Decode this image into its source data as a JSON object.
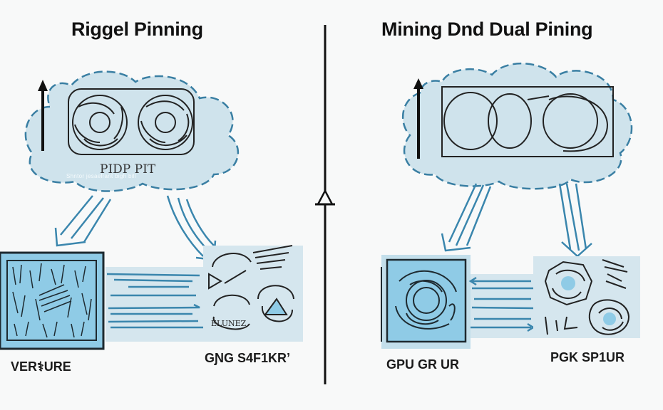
{
  "left_panel": {
    "title": "Riggel Pinning",
    "cloud_label": "PIDP PIT",
    "cloud_sublabel": "Shntor jesaelrant bigh bill",
    "box_left_label": "VER⚕URE",
    "box_right_label": "GƝG S4F1KR’",
    "box_right_icon_text": "ELUNEZ"
  },
  "right_panel": {
    "title": "Mining Dnd Dual Pining",
    "box_left_label": "GPU GR UR",
    "box_right_label": "PGK SP1UR"
  },
  "divider": {
    "marker": "A"
  },
  "colors": {
    "cloud_fill": "#cfe3ec",
    "cloud_stroke": "#3a7fa3",
    "arrow_stroke": "#3a86ad",
    "box_fill_dark": "#8fcbe6",
    "box_fill_light": "#d5e6ee",
    "ink": "#1b1b1b"
  }
}
